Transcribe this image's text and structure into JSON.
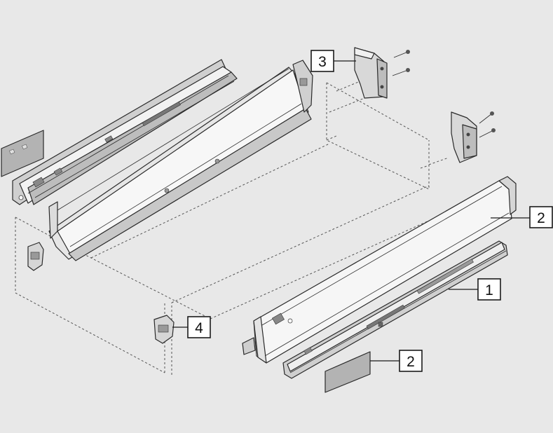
{
  "colors": {
    "background": "#e8e8e8",
    "metal_light": "#f4f4f4",
    "metal_mid": "#d4d4d4",
    "metal_dark": "#a8a8a8",
    "plate_gray": "#b3b3b3",
    "outline": "#2a2a2a"
  },
  "labels": {
    "callout_1": "1",
    "callout_2_upper": "2",
    "callout_2_lower": "2",
    "callout_3": "3",
    "callout_4": "4"
  }
}
